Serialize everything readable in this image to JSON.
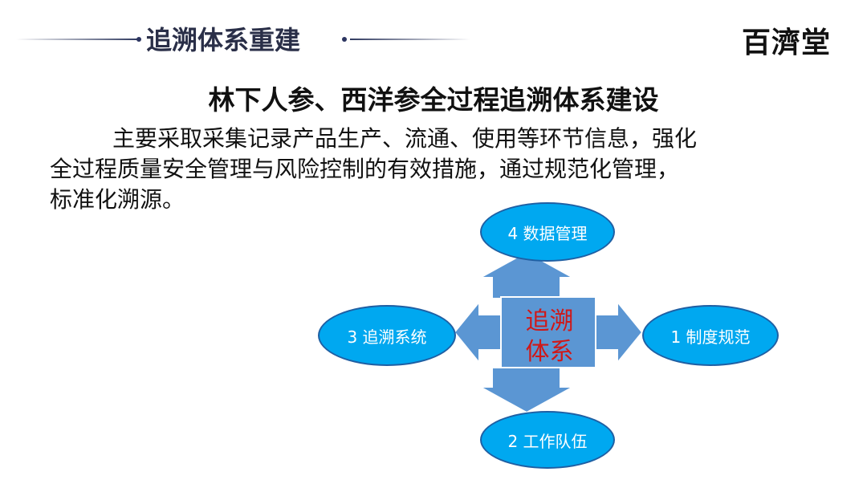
{
  "header": {
    "section_title": "追溯体系重建",
    "logo_text": "百濟堂"
  },
  "main": {
    "title": "林下人参、西洋参全过程追溯体系建设",
    "body_lines": [
      "主要采取采集记录产品生产、流通、使用等环节信息，强化",
      "全过程质量安全管理与风险控制的有效措施，通过规范化管理，",
      "标准化溯源。"
    ]
  },
  "diagram": {
    "center_lines": [
      "追溯",
      "体系"
    ],
    "nodes": {
      "top": "4 数据管理",
      "left": "3 追溯系统",
      "right": "1 制度规范",
      "bottom": "2 工作队伍"
    }
  },
  "colors": {
    "ellipse_fill": "#00a8f0",
    "ellipse_border": "#1f5fa3",
    "arrow_fill": "#5b96d3",
    "center_text": "#d01818",
    "title_line": "#303a60"
  }
}
